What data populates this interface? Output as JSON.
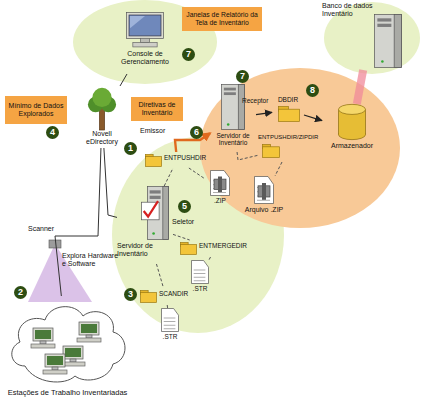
{
  "diagram": {
    "nodes": [
      {
        "text": [
          "Janelas de Relatório da Tela de Inventário"
        ]
      },
      {
        "text": [
          "Console de Gerenciamento"
        ]
      },
      {
        "text": [
          "Banco de dados Inventário"
        ]
      },
      {
        "text": [
          "Mínimo de Dados Explorados"
        ]
      },
      {
        "text": [
          "Novell eDirectory"
        ]
      },
      {
        "text": [
          "Diretivas de Inventário"
        ]
      },
      {
        "text": [
          "Servidor de Inventário"
        ]
      },
      {
        "text": [
          "DBDIR"
        ]
      },
      {
        "text": [
          "Armazenador"
        ]
      },
      {
        "text": [
          "ENTPUSHDIR/ZIPDIR"
        ]
      },
      {
        "text": [
          "Arquivo .ZIP"
        ]
      },
      {
        "text": [
          "ENTPUSHDIR"
        ]
      },
      {
        "text": [
          ".ZIP"
        ]
      },
      {
        "text": [
          "Servidor de Inventário"
        ]
      },
      {
        "text": [
          "ENTMERGEDIR"
        ]
      },
      {
        "text": [
          ".STR"
        ]
      },
      {
        "text": [
          "SCANDIR"
        ]
      },
      {
        "text": [
          ".STR"
        ]
      },
      {
        "text": [
          "Estações de Trabalho Inventariadas"
        ]
      }
    ],
    "edges": [
      {
        "from": 4,
        "to": 1,
        "arrow": "none"
      },
      {
        "from": 4,
        "to": 13,
        "arrow": "none"
      },
      {
        "from": 4,
        "to": 18,
        "arrow": "none",
        "label": "Scanner"
      },
      {
        "from": 11,
        "to": 6,
        "arrow": "to"
      },
      {
        "from": 6,
        "to": 7,
        "arrow": "to"
      },
      {
        "from": 7,
        "to": 8,
        "arrow": "to"
      },
      {
        "from": 8,
        "to": 2,
        "arrow": "none"
      },
      {
        "from": 6,
        "to": 9,
        "arrow": "none"
      },
      {
        "from": 9,
        "to": 10,
        "arrow": "none"
      },
      {
        "from": 13,
        "to": 11,
        "arrow": "none"
      },
      {
        "from": 11,
        "to": 12,
        "arrow": "none"
      },
      {
        "from": 13,
        "to": 14,
        "arrow": "none"
      },
      {
        "from": 14,
        "to": 15,
        "arrow": "none"
      },
      {
        "from": 13,
        "to": 16,
        "arrow": "none"
      },
      {
        "from": 16,
        "to": 17,
        "arrow": "none"
      }
    ],
    "labels": [
      "7",
      "1",
      "4",
      "Emissor",
      "6",
      "5",
      "Seletor",
      "3",
      "2",
      "Explora Hardware e Software",
      "7",
      "Receptor",
      "8"
    ]
  }
}
